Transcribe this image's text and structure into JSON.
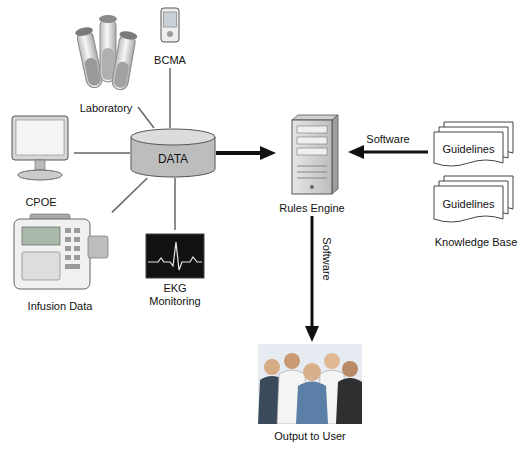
{
  "diagram": {
    "nodes": [
      {
        "text": [
          "Laboratory"
        ]
      },
      {
        "text": [
          "BCMA"
        ]
      },
      {
        "text": [
          "CPOE"
        ]
      },
      {
        "text": [
          "DATA"
        ]
      },
      {
        "text": [
          "Infusion Data"
        ]
      },
      {
        "text": [
          "EKG Monitoring"
        ]
      },
      {
        "text": [
          "Rules Engine"
        ]
      },
      {
        "text": [
          "Knowledge Base"
        ]
      },
      {
        "text": [
          "Guidelines"
        ],
        "in": 7
      },
      {
        "text": [
          "Guidelines"
        ],
        "in": 7
      },
      {
        "text": [
          "Output to User"
        ]
      }
    ],
    "edges": [
      {
        "from": 0,
        "to": 3,
        "arrow": "none"
      },
      {
        "from": 1,
        "to": 3,
        "arrow": "none"
      },
      {
        "from": 2,
        "to": 3,
        "arrow": "none"
      },
      {
        "from": 4,
        "to": 3,
        "arrow": "none"
      },
      {
        "from": 5,
        "to": 3,
        "arrow": "none"
      },
      {
        "from": 3,
        "to": 6,
        "arrow": "to"
      },
      {
        "from": 7,
        "to": 6,
        "label": "Software",
        "arrow": "to"
      },
      {
        "from": 6,
        "to": 10,
        "label": "Software",
        "arrow": "to"
      }
    ]
  }
}
